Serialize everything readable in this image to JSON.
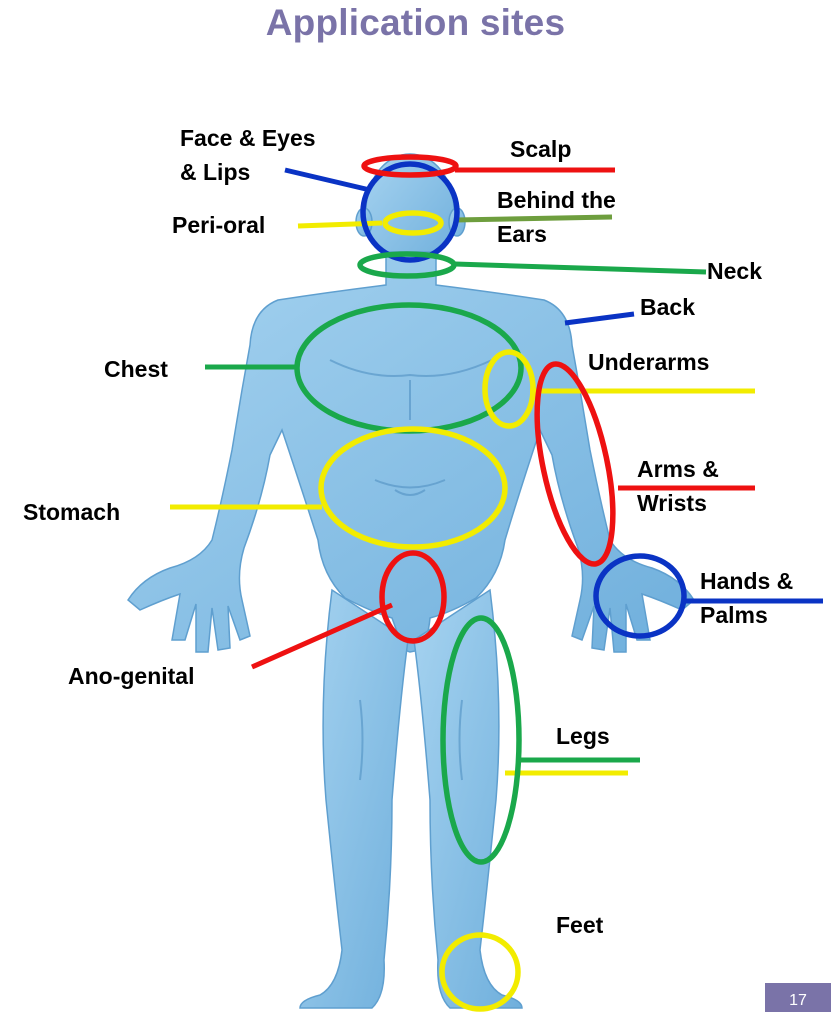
{
  "title": "Application sites",
  "page_number": "17",
  "colors": {
    "title": "#7a73a8",
    "body": "#8cc4e8",
    "body_shadow": "#6aa7d4",
    "red": "#ee1111",
    "green": "#1aa84b",
    "olive_green": "#6e9e3e",
    "yellow": "#f2ec00",
    "blue": "#0a33c4"
  },
  "labels": {
    "face": [
      "Face & Eyes",
      "& Lips"
    ],
    "scalp": "Scalp",
    "behind_ears": [
      "Behind the",
      "Ears"
    ],
    "peri_oral": "Peri-oral",
    "neck": "Neck",
    "back": "Back",
    "chest": "Chest",
    "underarms": "Underarms",
    "arms": [
      "Arms &",
      "Wrists"
    ],
    "stomach": "Stomach",
    "hands": [
      "Hands &",
      "Palms"
    ],
    "ano_genital": "Ano-genital",
    "legs": "Legs",
    "feet": "Feet"
  }
}
